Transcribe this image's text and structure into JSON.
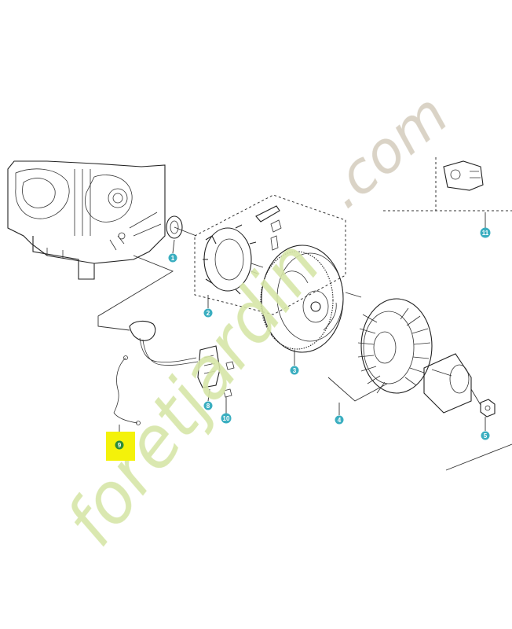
{
  "colors": {
    "badge": "#3aaec0",
    "highlight": "#f4f20a",
    "highlight_badge": "#2a8a3a",
    "watermark_main": "#d6e6a8",
    "watermark_dot": "#d6cfc0"
  },
  "watermark": {
    "main": "foretjardin",
    "suffix": ".com"
  },
  "parts": [
    {
      "id": "part-1",
      "label": "1"
    },
    {
      "id": "part-2",
      "label": "2"
    },
    {
      "id": "part-3",
      "label": "3"
    },
    {
      "id": "part-4",
      "label": "4"
    },
    {
      "id": "part-5",
      "label": "5"
    },
    {
      "id": "part-8",
      "label": "8"
    },
    {
      "id": "part-9",
      "label": "9",
      "highlighted": true
    },
    {
      "id": "part-10",
      "label": "10"
    },
    {
      "id": "part-11",
      "label": "11"
    }
  ]
}
